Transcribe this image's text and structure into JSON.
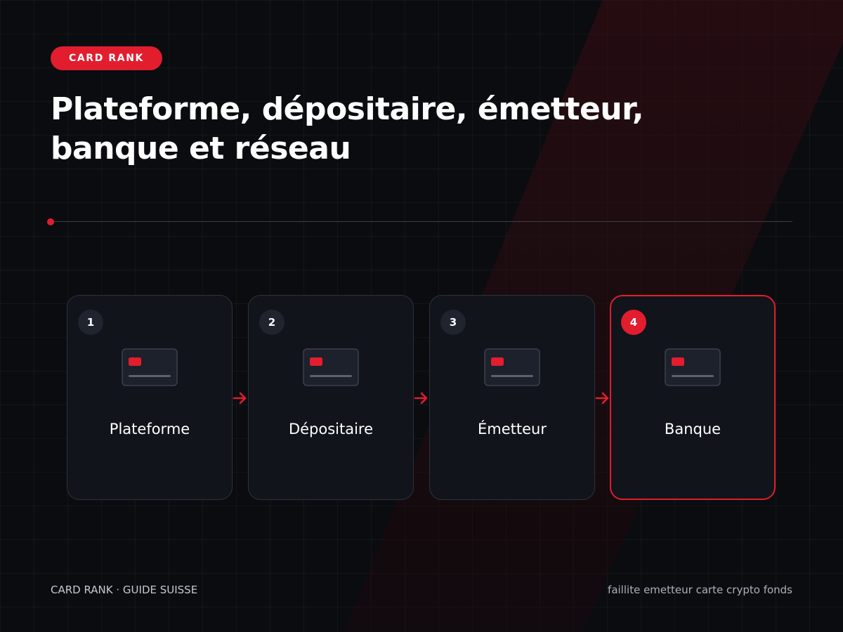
{
  "badge": "CARD RANK",
  "title": {
    "line1": "Plateforme, dépositaire, émetteur,",
    "line2": "banque et réseau"
  },
  "colors": {
    "accent": "#e11d2e",
    "background": "#0b0c10",
    "card_bg": "#11141b",
    "card_border": "#2c323c"
  },
  "steps": [
    {
      "number": "1",
      "label": "Plateforme",
      "icon": "credit-card-icon",
      "active": false
    },
    {
      "number": "2",
      "label": "Dépositaire",
      "icon": "credit-card-icon",
      "active": false
    },
    {
      "number": "3",
      "label": "Émetteur",
      "icon": "credit-card-icon",
      "active": false
    },
    {
      "number": "4",
      "label": "Banque",
      "icon": "credit-card-icon",
      "active": true
    }
  ],
  "connector_icon": "arrow-right-icon",
  "footer": {
    "left": "CARD RANK · GUIDE SUISSE",
    "right": "faillite emetteur carte crypto fonds"
  }
}
